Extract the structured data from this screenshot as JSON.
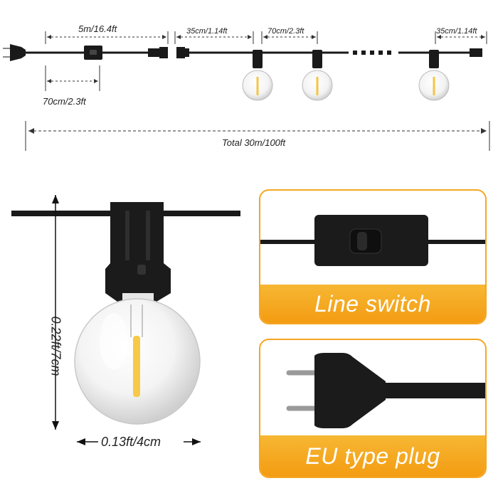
{
  "top_diagram": {
    "cord_length": "5m/16.4ft",
    "plug_to_switch": "70cm/2.3ft",
    "lead_spacing": "35cm/1.14ft",
    "bulb_spacing": "70cm/2.3ft",
    "end_spacing": "35cm/1.14ft",
    "total_length": "Total 30m/100ft"
  },
  "bulb_detail": {
    "height": "0.22ft/7cm",
    "width": "0.13ft/4cm"
  },
  "panels": {
    "switch_label": "Line switch",
    "plug_label": "EU type plug"
  },
  "colors": {
    "accent": "#f5a623",
    "cable": "#1a1a1a"
  }
}
